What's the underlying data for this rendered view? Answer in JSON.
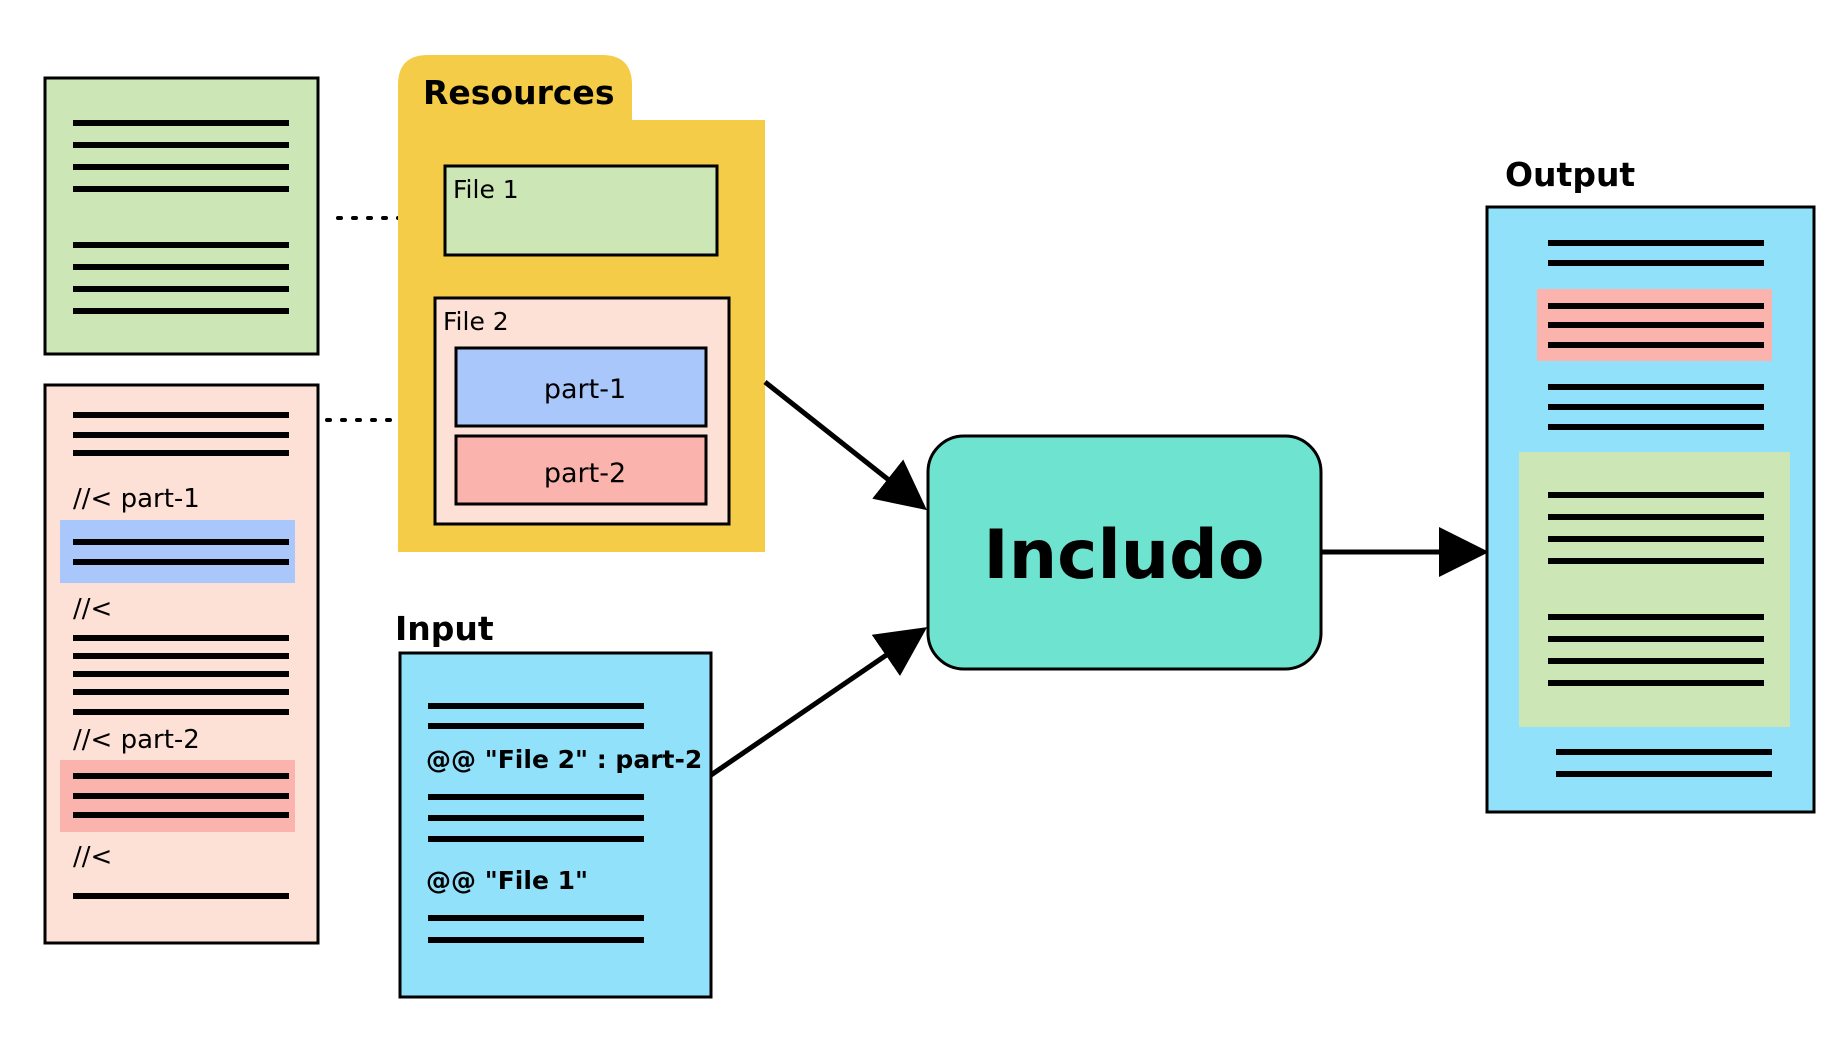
{
  "resources": {
    "title": "Resources",
    "file1_label": "File 1",
    "file2_label": "File 2",
    "part1_label": "part-1",
    "part2_label": "part-2"
  },
  "file2_doc": {
    "marker_part1": "//< part-1",
    "marker_end1": "//<",
    "marker_part2": "//< part-2",
    "marker_end2": "//<"
  },
  "input": {
    "title": "Input",
    "directive_file2": "@@ \"File 2\" : part-2",
    "directive_file1": "@@ \"File 1\""
  },
  "processor": {
    "label": "Includo"
  },
  "output": {
    "title": "Output"
  },
  "colors": {
    "green": "#cde6b6",
    "peach": "#fde0d6",
    "blue_part": "#a9c7fb",
    "red_part": "#fbb4ad",
    "cyan": "#92e1fa",
    "folder": "#f5cc48",
    "teal": "#6ee3cf"
  }
}
